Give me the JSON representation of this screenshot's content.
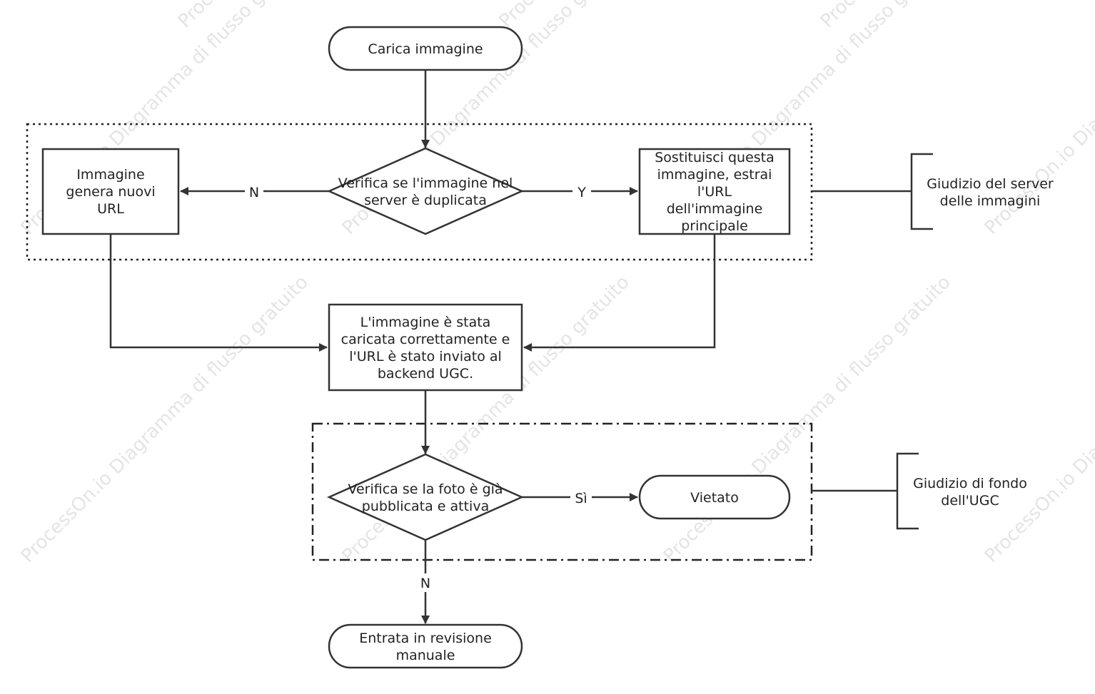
{
  "watermark_text": "ProcessOn.io Diagramma di flusso gratuito",
  "colors": {
    "stroke": "#333333",
    "text": "#222222",
    "watermark": "#cfcfcf",
    "background": "#ffffff"
  },
  "nodes": {
    "start": "Carica immagine",
    "dup_check": "Verifica se l'immagine nel server è duplicata",
    "new_url": "Immagine genera nuovi URL",
    "replace": "Sostituisci questa immagine, estrai l'URL dell'immagine principale",
    "uploaded": "L'immagine è stata caricata correttamente e l'URL è stato inviato al backend UGC.",
    "published_check": "Verifica se la foto è già pubblicata e attiva",
    "forbidden": "Vietato",
    "manual_review": "Entrata in revisione manuale"
  },
  "edge_labels": {
    "dup_no": "N",
    "dup_yes": "Y",
    "pub_yes": "Sì",
    "pub_no": "N"
  },
  "groups": {
    "server_judgment": "Giudizio del server delle immagini",
    "ugc_judgment": "Giudizio di fondo dell'UGC"
  }
}
